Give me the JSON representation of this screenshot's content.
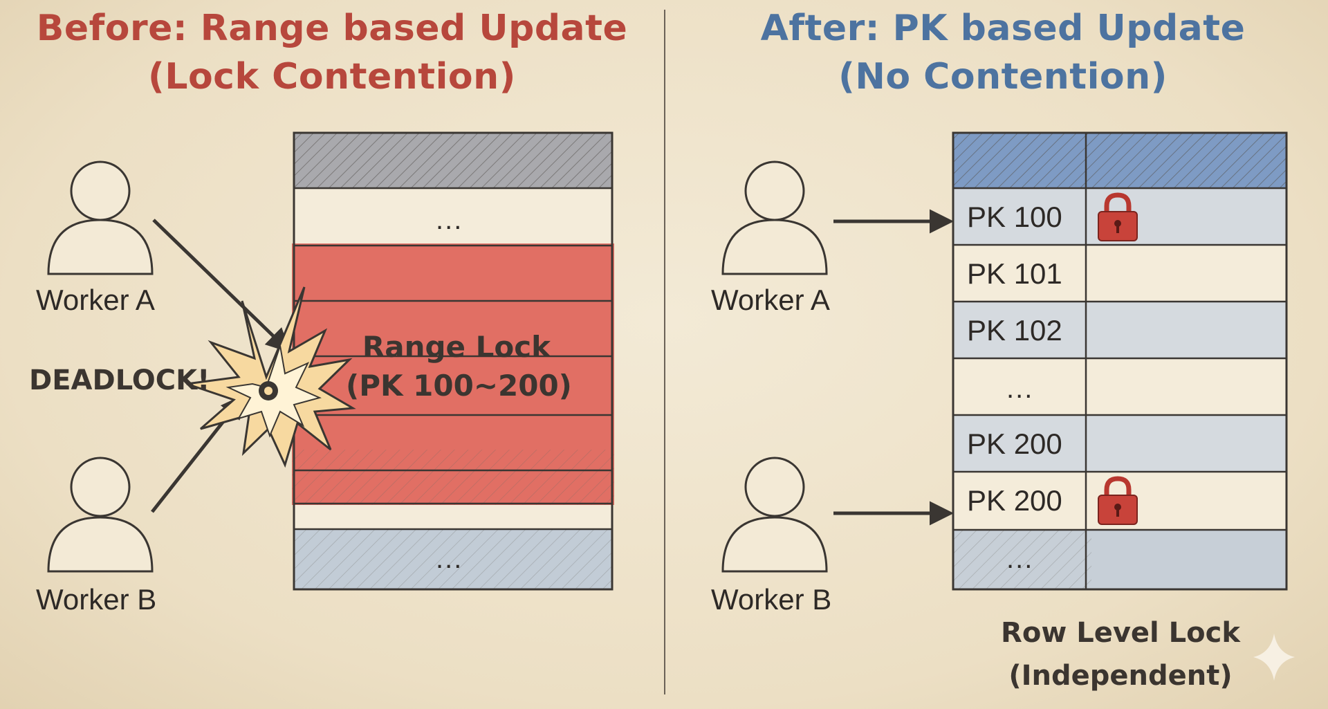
{
  "left_panel": {
    "title_line1": "Before: Range based Update",
    "title_line2": "(Lock Contention)",
    "worker_a": "Worker A",
    "worker_b": "Worker B",
    "deadlock_label": "DEADLOCK!",
    "range_lock_line1": "Range Lock",
    "range_lock_line2": "(PK 100~200)",
    "top_ellipsis": "...",
    "bottom_ellipsis": "..."
  },
  "right_panel": {
    "title_line1": "After: PK based Update",
    "title_line2": "(No Contention)",
    "worker_a": "Worker A",
    "worker_b": "Worker B",
    "rows": [
      "PK 100",
      "PK 101",
      "PK 102",
      "...",
      "PK 200",
      "PK 200",
      "..."
    ],
    "row_lock_line1": "Row Level Lock",
    "row_lock_line2": "(Independent)"
  },
  "colors": {
    "red_accent": "#b7473c",
    "blue_accent": "#4d73a0",
    "lock_red": "#c8433a"
  }
}
